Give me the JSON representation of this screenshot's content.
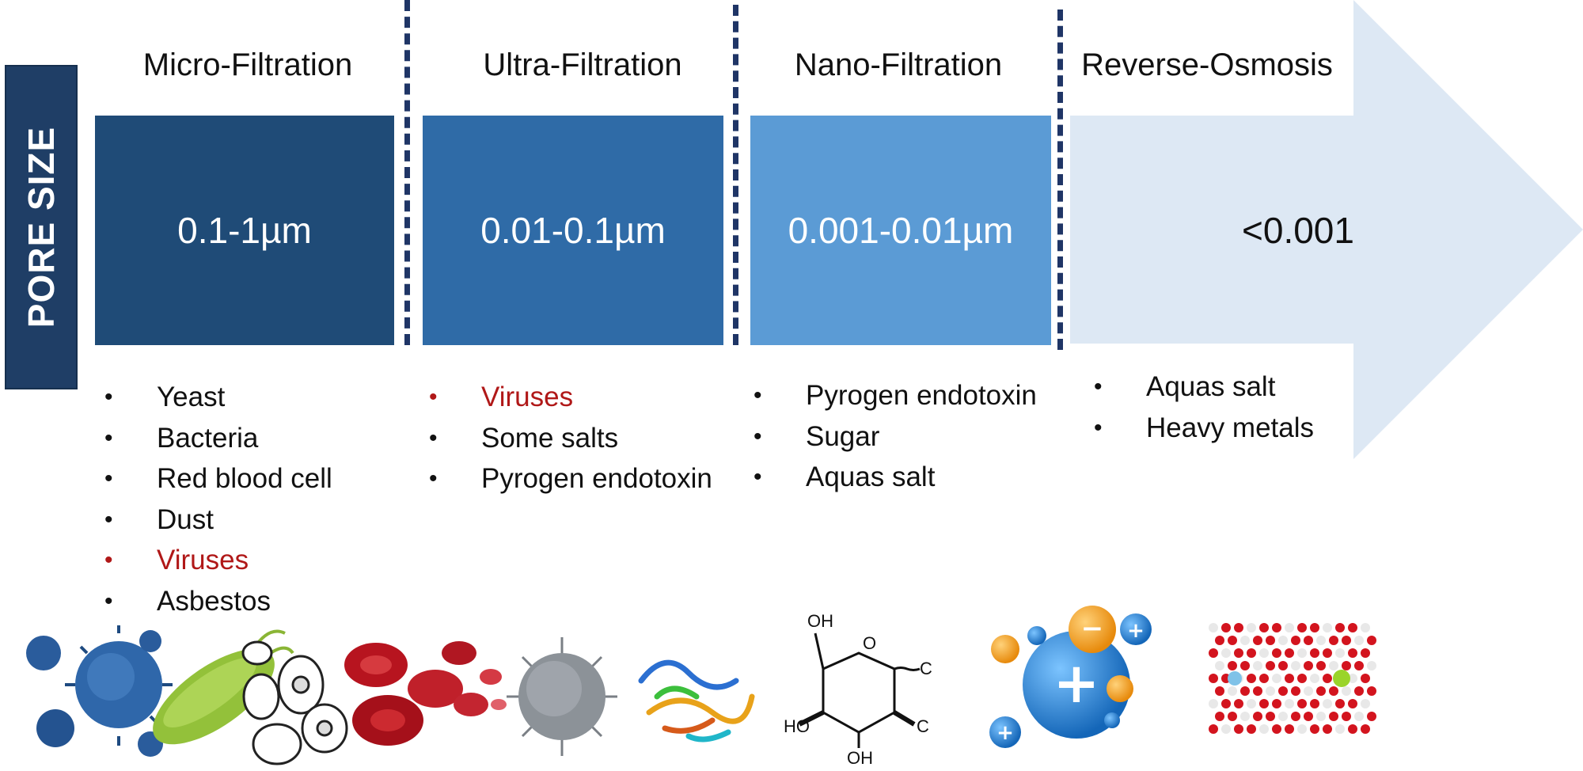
{
  "side_label": "PORE SIZE",
  "columns": [
    {
      "title": "Micro-Filtration",
      "pore_size": "0.1-1µm",
      "color": "#1f4b77",
      "items": [
        {
          "text": "Yeast",
          "highlight": false
        },
        {
          "text": "Bacteria",
          "highlight": false
        },
        {
          "text": "Red blood cell",
          "highlight": false
        },
        {
          "text": "Dust",
          "highlight": false
        },
        {
          "text": "Viruses",
          "highlight": true
        },
        {
          "text": "Asbestos",
          "highlight": false
        }
      ]
    },
    {
      "title": "Ultra-Filtration",
      "pore_size": "0.01-0.1µm",
      "color": "#2f6ba7",
      "items": [
        {
          "text": "Viruses",
          "highlight": true
        },
        {
          "text": "Some salts",
          "highlight": false
        },
        {
          "text": "Pyrogen endotoxin",
          "highlight": false
        }
      ]
    },
    {
      "title": "Nano-Filtration",
      "pore_size": "0.001-0.01µm",
      "color": "#5b9bd5",
      "items": [
        {
          "text": "Pyrogen endotoxin",
          "highlight": false
        },
        {
          "text": "Sugar",
          "highlight": false
        },
        {
          "text": "Aquas salt",
          "highlight": false
        }
      ]
    },
    {
      "title": "Reverse-Osmosis",
      "pore_size": "<0.001",
      "color": "#dde8f4",
      "items": [
        {
          "text": "Aquas salt",
          "highlight": false
        },
        {
          "text": "Heavy metals",
          "highlight": false
        }
      ]
    }
  ],
  "molecule_labels": {
    "oh_top": "OH",
    "o_ring": "O",
    "c_right_top": "C",
    "ho_left": "HO",
    "c_right_bottom": "C",
    "oh_bottom": "OH"
  },
  "ion_signs": {
    "big_plus": "+",
    "small_plus": "+",
    "minus": "−"
  },
  "colors": {
    "highlight": "#b01818",
    "divider": "#1f3566",
    "label_bg": "#1f3e66",
    "arrow": "#dde8f4"
  }
}
